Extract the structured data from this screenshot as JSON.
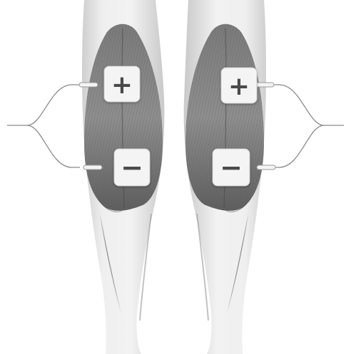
{
  "diagram": {
    "subject": "calf-muscle-electrode-placement",
    "views": [
      {
        "side": "left-leg",
        "electrodes": [
          {
            "polarity": "positive",
            "symbol": "+",
            "icon": "plus-icon"
          },
          {
            "polarity": "negative",
            "symbol": "−",
            "icon": "minus-icon"
          }
        ]
      },
      {
        "side": "right-leg",
        "electrodes": [
          {
            "polarity": "positive",
            "symbol": "+",
            "icon": "plus-icon"
          },
          {
            "polarity": "negative",
            "symbol": "−",
            "icon": "minus-icon"
          }
        ]
      }
    ]
  },
  "colors": {
    "background": "#ffffff",
    "skin": "#e8e8e8",
    "muscle_dark": "#6e6e6e",
    "muscle_light": "#a8a8a8",
    "pad_fill": "#f4f4f4",
    "pad_border": "#cfcfcf",
    "pad_symbol": "#4a4a4a",
    "lead_wire": "#8a8a8a"
  }
}
